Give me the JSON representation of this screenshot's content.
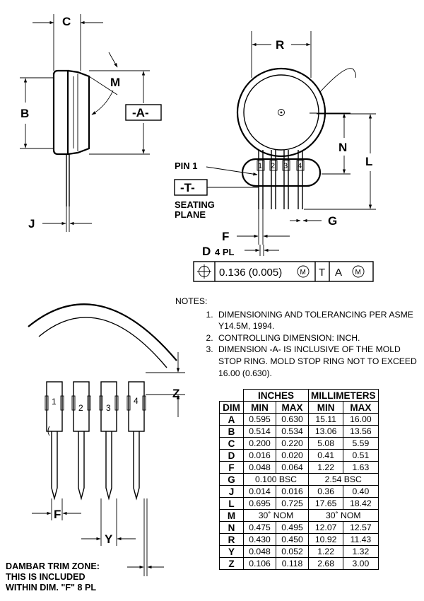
{
  "labels": {
    "C": "C",
    "M": "M",
    "A": "-A-",
    "B": "B",
    "J": "J",
    "R": "R",
    "N": "N",
    "L": "L",
    "G": "G",
    "F": "F",
    "D": "D",
    "D_pl": "4 PL",
    "pin1": "PIN 1",
    "T": "-T-",
    "seating": "SEATING",
    "plane": "PLANE",
    "Z": "Z",
    "Y": "Y",
    "F2": "F"
  },
  "pins": [
    "1",
    "2",
    "3",
    "4"
  ],
  "feature_control": {
    "position_symbol": "⌖",
    "tolerance": "0.136 (0.005)",
    "modifier": "M",
    "datum_1": "T",
    "datum_2": "A",
    "datum_2_modifier": "M"
  },
  "dambar": {
    "line1": "DAMBAR TRIM ZONE:",
    "line2": "THIS IS INCLUDED",
    "line3": "WITHIN DIM.  \"F\" 8 PL"
  },
  "notes": {
    "heading": "NOTES:",
    "items": [
      "DIMENSIONING AND TOLERANCING PER ASME Y14.5M, 1994.",
      "CONTROLLING DIMENSION: INCH.",
      "DIMENSION -A- IS INCLUSIVE OF THE MOLD STOP RING. MOLD STOP RING NOT TO EXCEED 16.00 (0.630)."
    ]
  },
  "table": {
    "group_inches": "INCHES",
    "group_mm": "MILLIMETERS",
    "col_dim": "DIM",
    "col_min": "MIN",
    "col_max": "MAX",
    "rows": [
      {
        "dim": "A",
        "in_min": "0.595",
        "in_max": "0.630",
        "mm_min": "15.11",
        "mm_max": "16.00"
      },
      {
        "dim": "B",
        "in_min": "0.514",
        "in_max": "0.534",
        "mm_min": "13.06",
        "mm_max": "13.56"
      },
      {
        "dim": "C",
        "in_min": "0.200",
        "in_max": "0.220",
        "mm_min": "5.08",
        "mm_max": "5.59"
      },
      {
        "dim": "D",
        "in_min": "0.016",
        "in_max": "0.020",
        "mm_min": "0.41",
        "mm_max": "0.51"
      },
      {
        "dim": "F",
        "in_min": "0.048",
        "in_max": "0.064",
        "mm_min": "1.22",
        "mm_max": "1.63"
      },
      {
        "dim": "G",
        "in_span": "0.100 BSC",
        "mm_span": "2.54 BSC"
      },
      {
        "dim": "J",
        "in_min": "0.014",
        "in_max": "0.016",
        "mm_min": "0.36",
        "mm_max": "0.40"
      },
      {
        "dim": "L",
        "in_min": "0.695",
        "in_max": "0.725",
        "mm_min": "17.65",
        "mm_max": "18.42"
      },
      {
        "dim": "M",
        "in_span": "30˚ NOM",
        "mm_span": "30˚ NOM"
      },
      {
        "dim": "N",
        "in_min": "0.475",
        "in_max": "0.495",
        "mm_min": "12.07",
        "mm_max": "12.57"
      },
      {
        "dim": "R",
        "in_min": "0.430",
        "in_max": "0.450",
        "mm_min": "10.92",
        "mm_max": "11.43"
      },
      {
        "dim": "Y",
        "in_min": "0.048",
        "in_max": "0.052",
        "mm_min": "1.22",
        "mm_max": "1.32"
      },
      {
        "dim": "Z",
        "in_min": "0.106",
        "in_max": "0.118",
        "mm_min": "2.68",
        "mm_max": "3.00"
      }
    ]
  }
}
